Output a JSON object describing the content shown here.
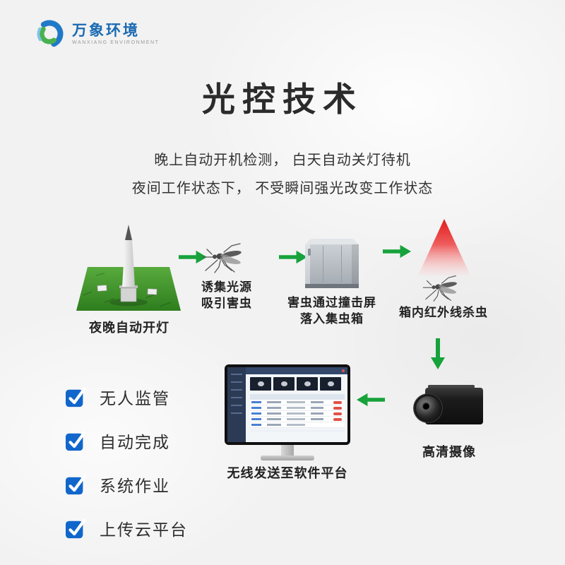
{
  "logo": {
    "name": "万象环境",
    "tagline": "WANXIANG ENVIRONMENT"
  },
  "title": "光控技术",
  "intro": {
    "line1": "晚上自动开机检测， 白天自动关灯待机",
    "line2": "夜间工作状态下， 不受瞬间强光改变工作状态"
  },
  "flow": {
    "step1": {
      "label": "夜晚自动开灯"
    },
    "step2": {
      "line1": "诱集光源",
      "line2": "吸引害虫"
    },
    "step3": {
      "line1": "害虫通过撞击屏",
      "line2": "落入集虫箱"
    },
    "step4": {
      "label": "箱内红外线杀虫"
    },
    "step5": {
      "label": "高清摄像"
    },
    "step6": {
      "label": "无线发送至软件平台"
    }
  },
  "features": [
    {
      "label": "无人监管"
    },
    {
      "label": "自动完成"
    },
    {
      "label": "系统作业"
    },
    {
      "label": "上传云平台"
    }
  ],
  "colors": {
    "arrow_green": "#17a23b",
    "checkbox_blue": "#1166cb",
    "logo_blue": "#1a6ab2",
    "beam_red": "#e32121"
  }
}
